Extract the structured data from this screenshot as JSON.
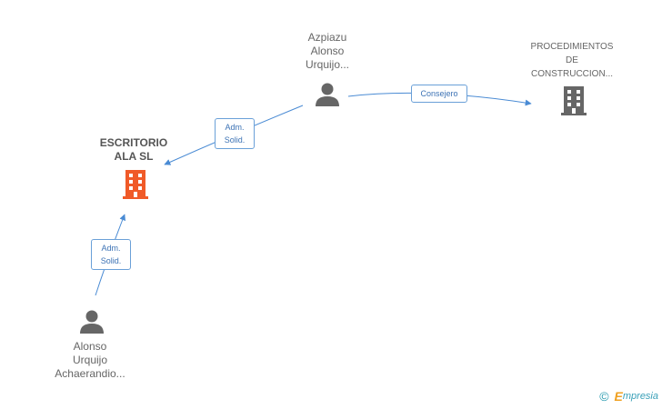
{
  "nodes": {
    "company_main": {
      "lines": [
        "ESCRITORIO",
        "ALA SL"
      ],
      "color": "#f05a28"
    },
    "company_proc": {
      "lines": [
        "PROCEDIMIENTOS",
        "DE",
        "CONSTRUCCION..."
      ],
      "color": "#666666"
    },
    "person_azpiazu": {
      "lines": [
        "Azpiazu",
        "Alonso",
        "Urquijo..."
      ],
      "color": "#666666"
    },
    "person_alonso": {
      "lines": [
        "Alonso",
        "Urquijo",
        "Achaerandio..."
      ],
      "color": "#666666"
    }
  },
  "edges": {
    "azpiazu_to_main": {
      "lines": [
        "Adm.",
        "Solid."
      ]
    },
    "azpiazu_to_proc": {
      "lines": [
        "Consejero"
      ]
    },
    "alonso_to_main": {
      "lines": [
        "Adm.",
        "Solid."
      ]
    }
  },
  "colors": {
    "edge": "#4a8bd4"
  },
  "footer": {
    "copyright": "©",
    "brand_initial": "E",
    "brand_rest": "mpresia"
  }
}
